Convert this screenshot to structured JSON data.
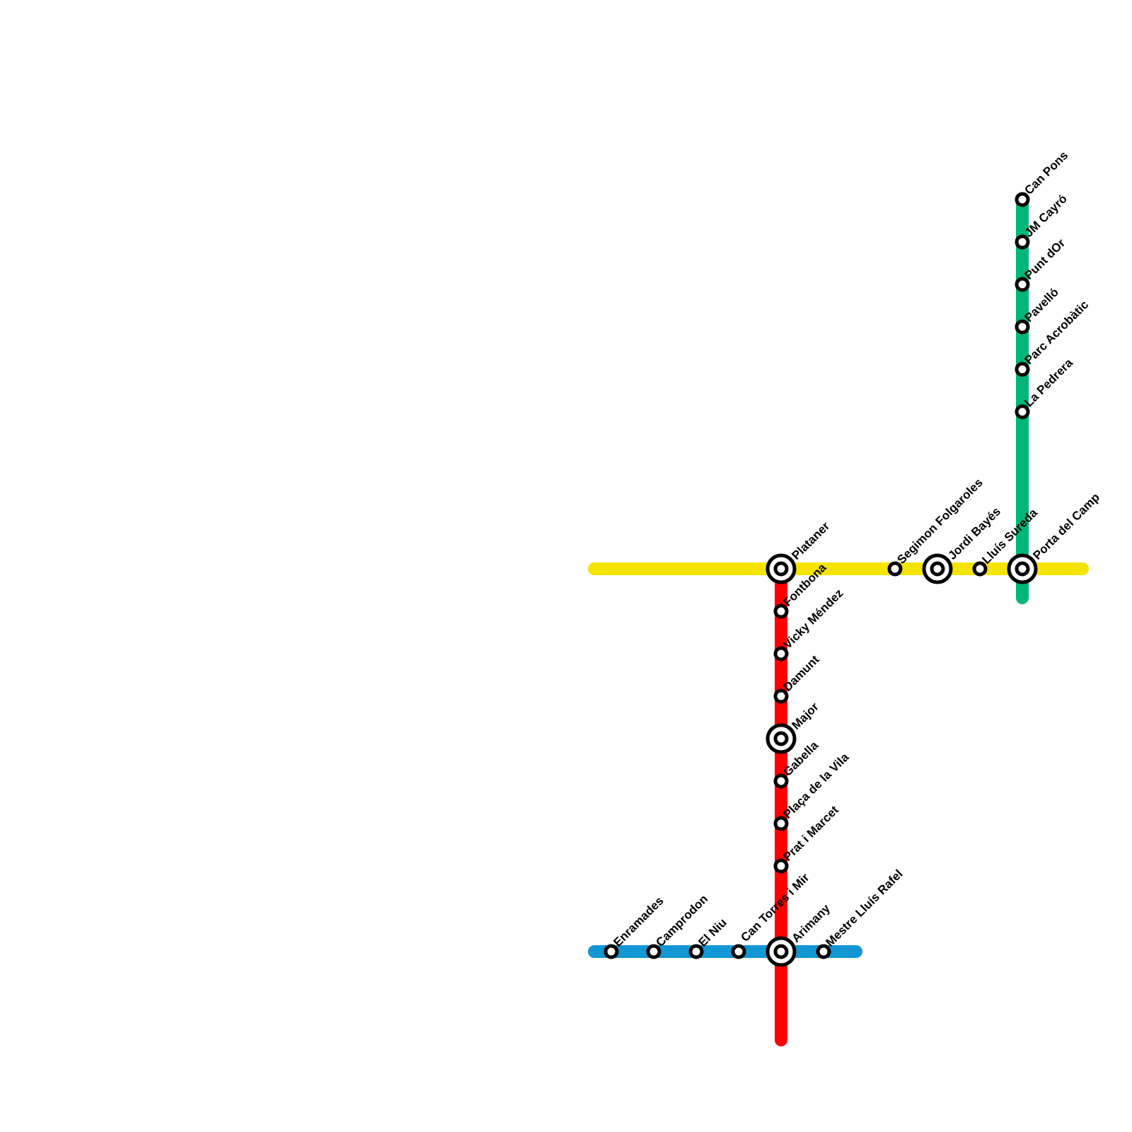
{
  "lines": [
    {
      "id": "yellow",
      "color": "#f5e400"
    },
    {
      "id": "red",
      "color": "#ff0000"
    },
    {
      "id": "blue",
      "color": "#1296d4"
    },
    {
      "id": "green",
      "color": "#00b67a"
    }
  ],
  "stations": [
    {
      "name": "Plataner",
      "interchange": true
    },
    {
      "name": "Fontbona",
      "interchange": false
    },
    {
      "name": "Vicky Méndez",
      "interchange": false
    },
    {
      "name": "Damunt",
      "interchange": false
    },
    {
      "name": "Major",
      "interchange": true
    },
    {
      "name": "Gabella",
      "interchange": false
    },
    {
      "name": "Plaça de la Vila",
      "interchange": false
    },
    {
      "name": "Prat i Marcet",
      "interchange": false
    },
    {
      "name": "Can Torres i Mir",
      "interchange": false
    },
    {
      "name": "Arimany",
      "interchange": true
    },
    {
      "name": "Enramades",
      "interchange": false
    },
    {
      "name": "Camprodon",
      "interchange": false
    },
    {
      "name": "El Niu",
      "interchange": false
    },
    {
      "name": "Mestre Lluís Rafel",
      "interchange": false
    },
    {
      "name": "Segimon Folgaroles",
      "interchange": false
    },
    {
      "name": "Jordi Bayés",
      "interchange": true
    },
    {
      "name": "Lluís Sureda",
      "interchange": false
    },
    {
      "name": "Porta del Camp",
      "interchange": true
    },
    {
      "name": "Can Pons",
      "interchange": false
    },
    {
      "name": "JM Cayró",
      "interchange": false
    },
    {
      "name": "Punt dOr",
      "interchange": false
    },
    {
      "name": "Pavelló",
      "interchange": false
    },
    {
      "name": "Parc Acrobàtic",
      "interchange": false
    },
    {
      "name": "La Pedrera",
      "interchange": false
    }
  ]
}
